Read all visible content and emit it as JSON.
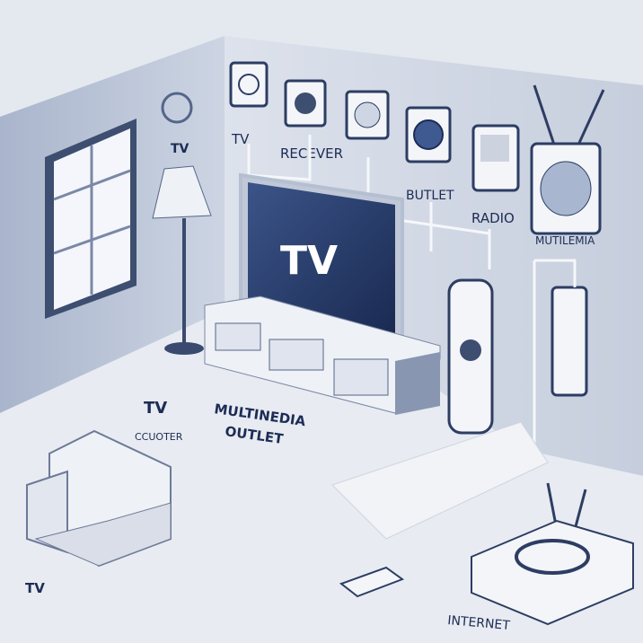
{
  "labels": {
    "wall_tv": "TV",
    "device_tv": "TV",
    "receiver": "RECEVER",
    "outlet": "BUTLET",
    "radio": "RADIO",
    "multimedia_wall": "MUTILEMIA",
    "screen_tv": "TV",
    "floor_tv": "TV",
    "floor_sub": "CCUOTER",
    "multimedia_outlet_1": "MULTINEDIA",
    "multimedia_outlet_2": "OUTLET",
    "corner_tv": "TV",
    "internet": "INTERNET"
  },
  "colors": {
    "navy": "#1c2c55",
    "wall": "#c9d1e0",
    "floor": "#e6e9ef"
  }
}
